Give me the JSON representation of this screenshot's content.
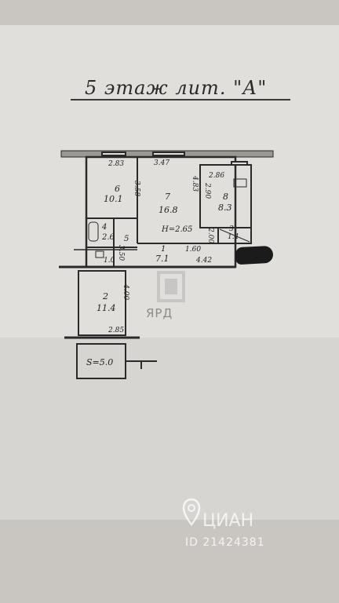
{
  "title": "5 этаж лит. \"А\"",
  "rooms": [
    {
      "number": "6",
      "area": "10.1"
    },
    {
      "number": "7",
      "area": "16.8"
    },
    {
      "number": "8",
      "area": "8.3"
    },
    {
      "number": "4",
      "area": "2.6"
    },
    {
      "number": "5",
      "area": "1.0"
    },
    {
      "number": "1",
      "area": "7.1"
    },
    {
      "number": "3",
      "area": "1.4"
    },
    {
      "number": "2",
      "area": "11.4"
    }
  ],
  "dimensions": {
    "room6_width": "2.83",
    "room6_depth": "3.58",
    "room7_width": "3.47",
    "room7_depth": "4.83",
    "room8_width": "2.86",
    "room8_depth": "2.90",
    "ceiling_height": "H=2.65",
    "hall_width": "4.42",
    "hall_gap": "1.60",
    "room5_width": "3.50",
    "room3_depth": "2.00",
    "room2_width": "2.85",
    "room2_depth": "4.00"
  },
  "balcony": "S=5.0",
  "logo": {
    "text": "ЯРД"
  },
  "watermark": {
    "brand": "ЦИАН",
    "id": "ID 21424381"
  },
  "colors": {
    "paper": "#e1dfdb",
    "ink": "#2a2a2a",
    "background": "#c9c6c1"
  }
}
